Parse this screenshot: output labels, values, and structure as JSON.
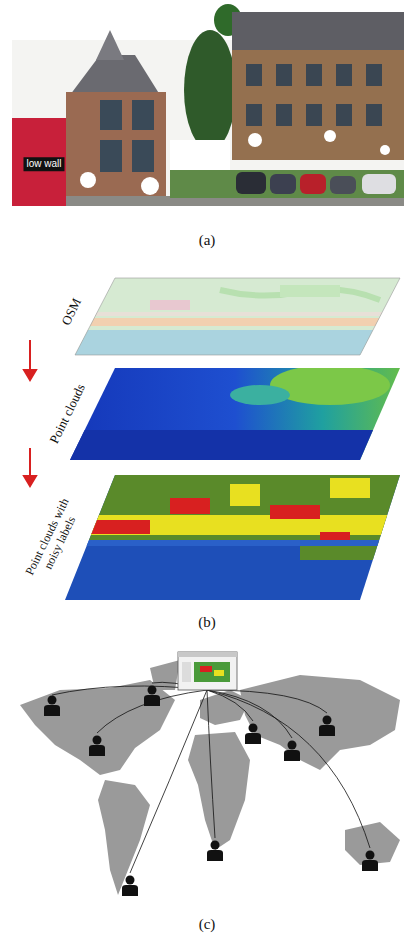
{
  "diagram": {
    "labels": [
      "low wall",
      "(a)",
      "OSM",
      "Point clouds",
      "Point clouds with noisy labels",
      "(b)",
      "(c)"
    ]
  }
}
